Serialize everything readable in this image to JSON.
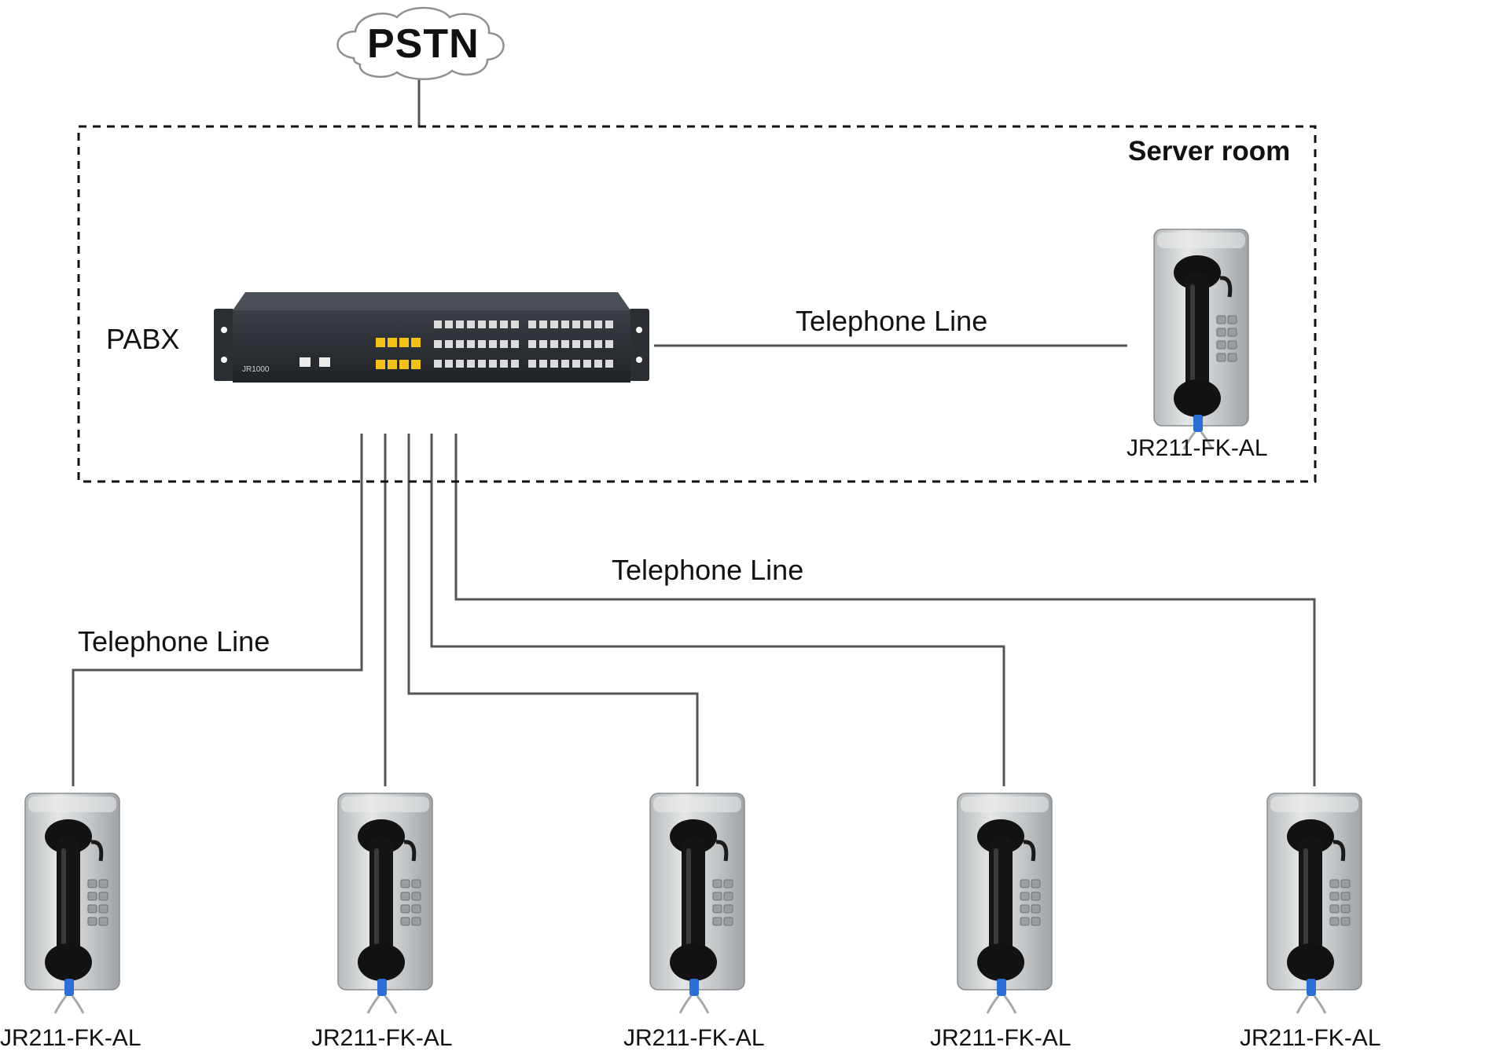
{
  "diagram": {
    "cloud_label": "PSTN",
    "room_label": "Server room",
    "pabx_label": "PABX",
    "pabx_model": "JR1000",
    "line_label_room": "Telephone Line",
    "line_label_middle": "Telephone Line",
    "line_label_left": "Telephone Line",
    "phone_room_model": "JR211-FK-AL",
    "phones": [
      {
        "model": "JR211-FK-AL"
      },
      {
        "model": "JR211-FK-AL"
      },
      {
        "model": "JR211-FK-AL"
      },
      {
        "model": "JR211-FK-AL"
      },
      {
        "model": "JR211-FK-AL"
      }
    ]
  },
  "colors": {
    "line": "#555555",
    "device_body": "#2a2d33",
    "fxo_ports": "#f2c21b",
    "phone_plate": "#c9ccce",
    "handset": "#111111",
    "cable": "#2b6fd6"
  }
}
